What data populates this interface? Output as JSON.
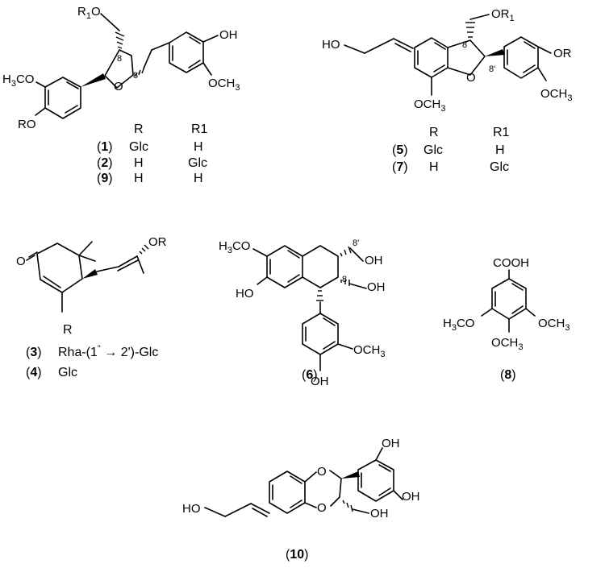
{
  "compound_group_1": {
    "atoms": {
      "r1o": "R",
      "r1o_sub": "1",
      "r1o_tail": "O",
      "oh": "OH",
      "h3co_left": "H",
      "h3co_left_sub": "3",
      "h3co_left_tail": "CO",
      "ring_o": "O",
      "ro": "RO",
      "och3": "OCH",
      "och3_sub": "3",
      "c8": "8",
      "c8p": "8'"
    },
    "table": {
      "header_r": "R",
      "header_r1": "R1",
      "rows": [
        {
          "id": "1",
          "r": "Glc",
          "r1": "H"
        },
        {
          "id": "2",
          "r": "H",
          "r1": "Glc"
        },
        {
          "id": "9",
          "r": "H",
          "r1": "H"
        }
      ]
    }
  },
  "compound_group_2": {
    "atoms": {
      "or1": "OR",
      "or1_sub": "1",
      "ho": "HO",
      "or": "OR",
      "ring_o": "O",
      "och3_bottom": "OCH",
      "och3_bottom_sub": "3",
      "och3_right": "OCH",
      "och3_right_sub": "3",
      "c8": "8",
      "c8p": "8'"
    },
    "table": {
      "header_r": "R",
      "header_r1": "R1",
      "rows": [
        {
          "id": "5",
          "r": "Glc",
          "r1": "H"
        },
        {
          "id": "7",
          "r": "H",
          "r1": "Glc"
        }
      ]
    }
  },
  "compound_group_3": {
    "atoms": {
      "o": "O",
      "or": "OR"
    },
    "table": {
      "header_r": "R",
      "rows": [
        {
          "id": "3",
          "r_pre": "Rha-(1",
          "r_sup": "\"",
          "r_post": " → 2')-Glc"
        },
        {
          "id": "4",
          "r_pre": "Glc",
          "r_sup": "",
          "r_post": ""
        }
      ]
    }
  },
  "compound_6": {
    "id": "6",
    "atoms": {
      "h3co": "H",
      "h3co_sub": "3",
      "h3co_tail": "CO",
      "oh_top": "OH",
      "ho": "HO",
      "oh_mid": "OH",
      "och3": "OCH",
      "och3_sub": "3",
      "oh_bottom": "OH",
      "c8": "8",
      "c8p": "8'"
    }
  },
  "compound_8": {
    "id": "8",
    "atoms": {
      "cooh": "COOH",
      "h3co": "H",
      "h3co_sub": "3",
      "h3co_tail": "CO",
      "och3_right": "OCH",
      "och3_right_sub": "3",
      "och3_bottom": "OCH",
      "och3_bottom_sub": "3"
    }
  },
  "compound_10": {
    "id": "10",
    "atoms": {
      "oh_top": "OH",
      "oh_right": "OH",
      "o_top": "O",
      "o_bottom": "O",
      "ho": "HO",
      "oh_side": "OH"
    }
  }
}
